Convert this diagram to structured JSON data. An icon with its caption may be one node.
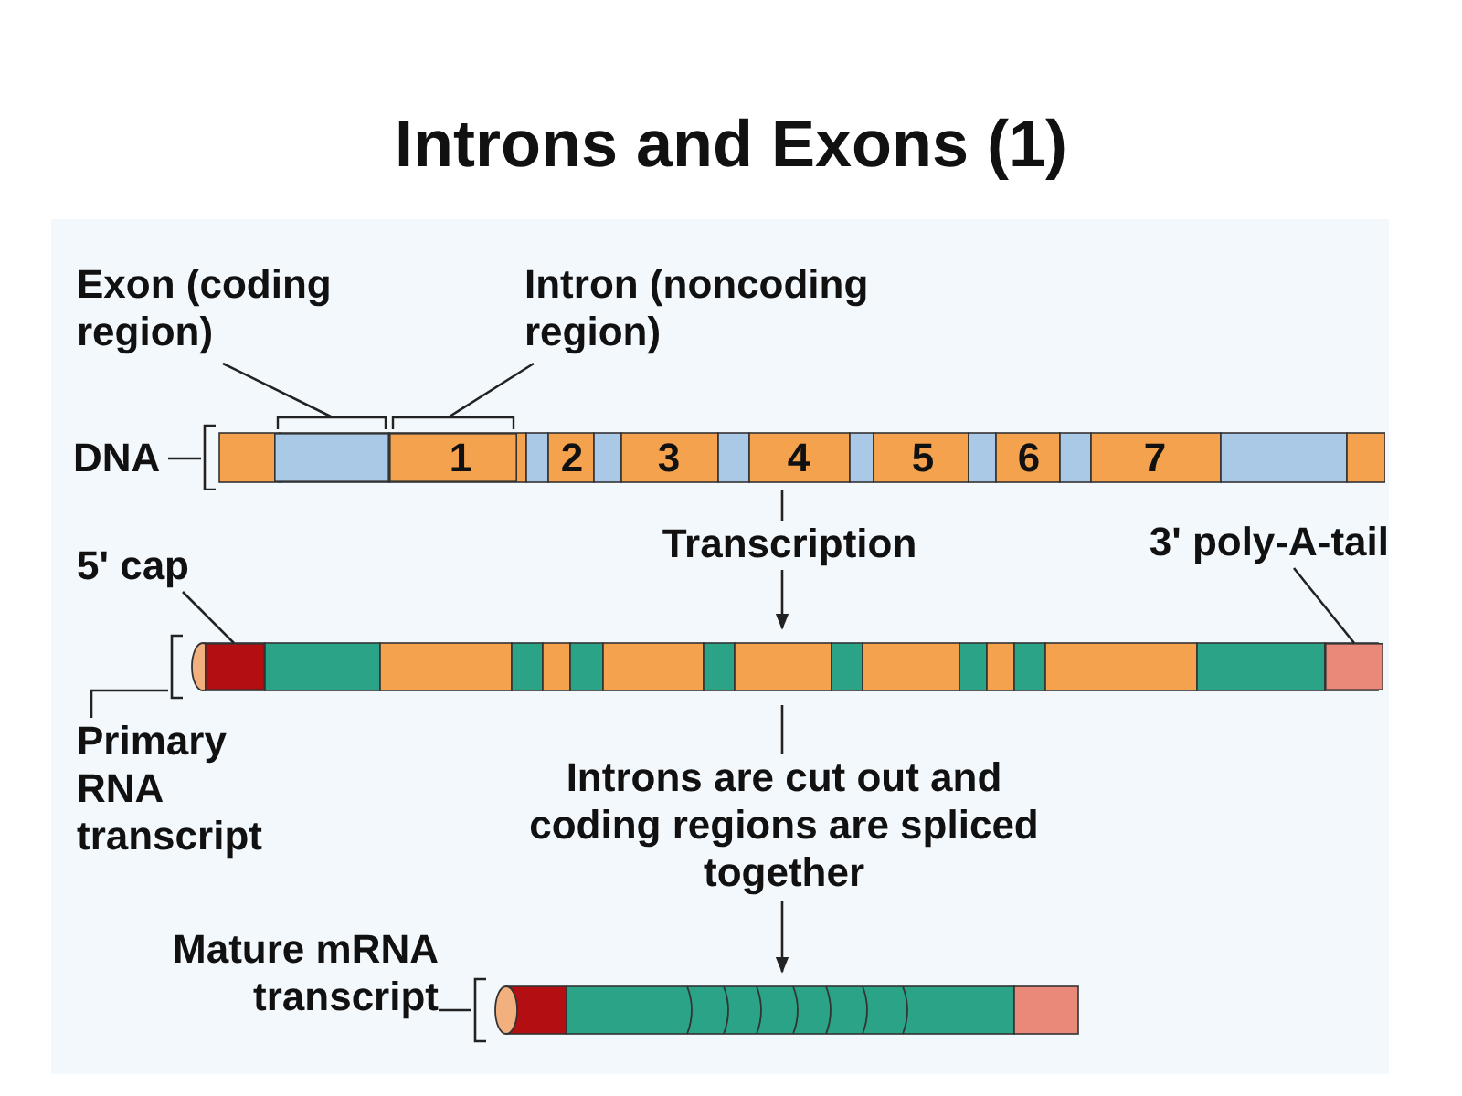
{
  "diagram": {
    "title": "Introns and Exons (1)",
    "nodes": [
      {
        "text": [
          "Exon (coding region)"
        ]
      },
      {
        "text": [
          "Intron (noncoding region)"
        ]
      },
      {
        "text": [
          "DNA"
        ]
      },
      {
        "text": [],
        "shape": "bar"
      },
      {
        "text": [],
        "shape": "bar",
        "in": 3
      },
      {
        "text": [],
        "shape": "bar",
        "in": 3
      },
      {
        "text": [
          "Transcription"
        ]
      },
      {
        "text": [
          "5' cap"
        ]
      },
      {
        "text": [
          "3' poly-A-tail"
        ]
      },
      {
        "text": [],
        "shape": "bar"
      },
      {
        "text": [],
        "shape": "bar",
        "in": 9
      },
      {
        "text": [],
        "shape": "bar",
        "in": 9
      },
      {
        "text": [
          "Primary RNA transcript"
        ]
      },
      {
        "text": [
          "Introns are cut out and coding regions are spliced together"
        ]
      },
      {
        "text": [
          "Mature mRNA transcript"
        ]
      },
      {
        "text": [],
        "shape": "bar"
      }
    ],
    "edges": [
      {
        "from": 0,
        "to": 4,
        "arrow": "none"
      },
      {
        "from": 1,
        "to": 5,
        "arrow": "none"
      },
      {
        "from": 2,
        "to": 3,
        "arrow": "none"
      },
      {
        "from": 3,
        "to": 6,
        "arrow": "none"
      },
      {
        "from": 6,
        "to": 9,
        "arrow": "to"
      },
      {
        "from": 7,
        "to": 10,
        "arrow": "none"
      },
      {
        "from": 8,
        "to": 11,
        "arrow": "none"
      },
      {
        "from": 12,
        "to": 9,
        "arrow": "none"
      },
      {
        "from": 9,
        "to": 13,
        "arrow": "none"
      },
      {
        "from": 13,
        "to": 15,
        "arrow": "to"
      },
      {
        "from": 14,
        "to": 15,
        "arrow": "none"
      }
    ],
    "labels": [
      "1",
      "2",
      "3",
      "4",
      "5",
      "6",
      "7"
    ]
  }
}
